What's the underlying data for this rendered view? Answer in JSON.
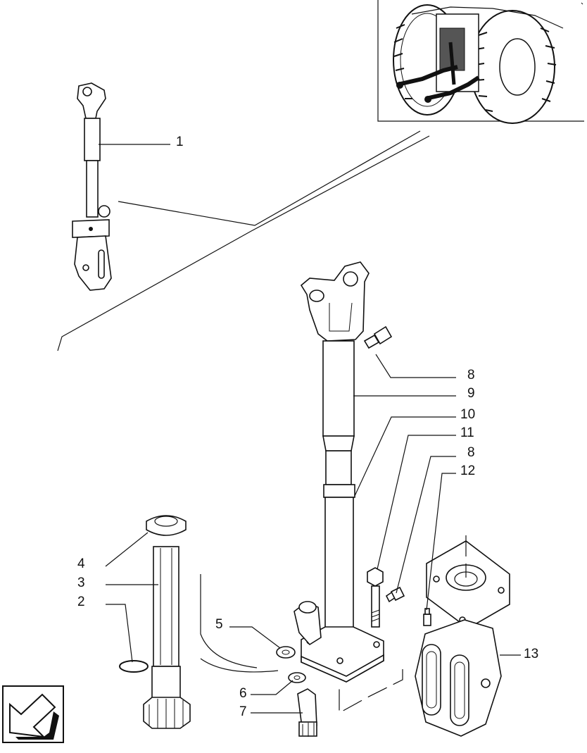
{
  "labels": {
    "l1": "1",
    "l2": "2",
    "l3": "3",
    "l4": "4",
    "l5": "5",
    "l6": "6",
    "l7": "7",
    "l8a": "8",
    "l9": "9",
    "l10": "10",
    "l11": "11",
    "l8b": "8",
    "l12": "12",
    "l13": "13"
  },
  "icons": {
    "nav": "back-arrow-icon",
    "inset": "tractor-rear-inset-icon"
  }
}
